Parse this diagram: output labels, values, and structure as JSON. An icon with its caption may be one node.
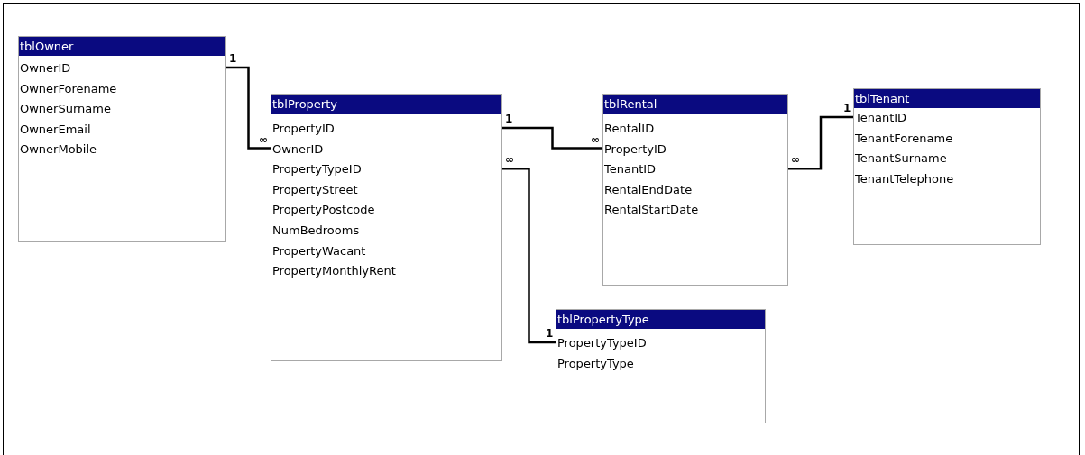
{
  "diagram": {
    "nodes": [
      {
        "text": [
          "tblOwner",
          "OwnerID",
          "OwnerForename",
          "OwnerSurname",
          "OwnerEmail",
          "OwnerMobile"
        ]
      },
      {
        "text": [
          "tblProperty",
          "PropertyID",
          "OwnerID",
          "PropertyTypeID",
          "PropertyStreet",
          "PropertyPostcode",
          "NumBedrooms",
          "PropertyWacant",
          "PropertyMonthlyRent"
        ]
      },
      {
        "text": [
          "tblRental",
          "RentalID",
          "PropertyID",
          "TenantID",
          "RentalEndDate",
          "RentalStartDate"
        ]
      },
      {
        "text": [
          "tblTenant",
          "TenantID",
          "TenantForename",
          "TenantSurname",
          "TenantTelephone"
        ]
      },
      {
        "text": [
          "tblPropertyType",
          "PropertyTypeID",
          "PropertyType"
        ]
      }
    ],
    "edges": [
      {
        "from": 0,
        "to": 1,
        "arrow": "none"
      },
      {
        "from": 1,
        "to": 2,
        "arrow": "none"
      },
      {
        "from": 1,
        "to": 4,
        "arrow": "none"
      },
      {
        "from": 3,
        "to": 2,
        "arrow": "none"
      }
    ],
    "labels": [
      "1",
      "∞",
      "1",
      "∞",
      "∞",
      "1",
      "1",
      "∞"
    ]
  }
}
